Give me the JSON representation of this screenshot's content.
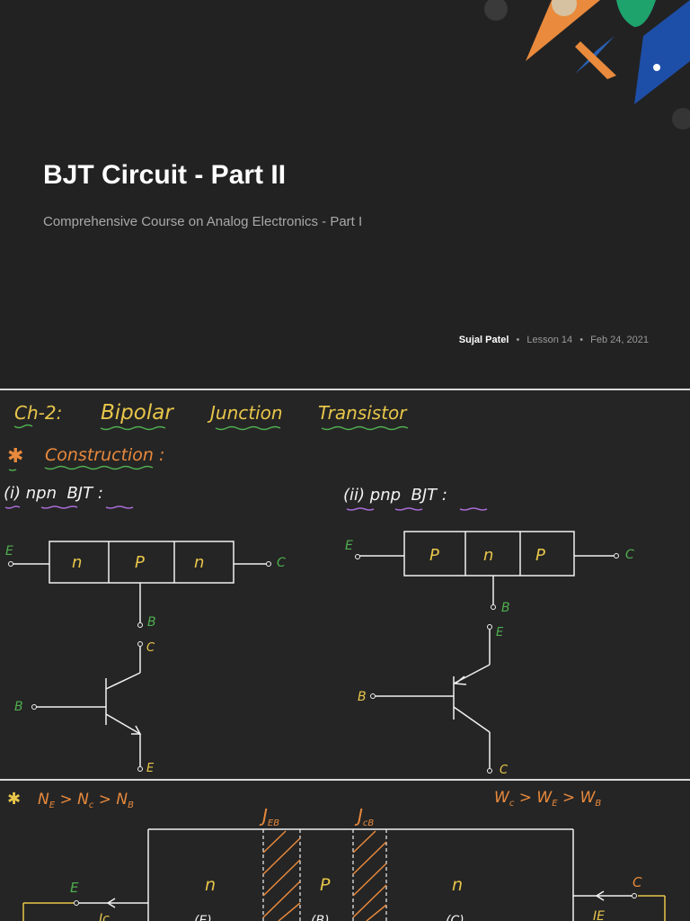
{
  "cover": {
    "title": "BJT Circuit - Part II",
    "subtitle": "Comprehensive Course on Analog Electronics - Part I",
    "author": "Sujal Patel",
    "lesson": "Lesson 14",
    "date": "Feb 24, 2021",
    "separator": "•"
  },
  "notes1": {
    "heading_prefix": "Ch-2:",
    "heading_words": [
      "Bipolar",
      "Junction",
      "Transistor"
    ],
    "construction_star": "✱",
    "construction": "Construction :",
    "npn": {
      "heading": "(i) npn  BJT :",
      "layers": [
        "n",
        "P",
        "n"
      ],
      "terminal_e": "E",
      "terminal_c": "C",
      "terminal_b": "B",
      "symbol_c": "C",
      "symbol_b": "B",
      "symbol_e": "E"
    },
    "pnp": {
      "heading": "(ii) pnp  BJT :",
      "layers": [
        "P",
        "n",
        "P"
      ],
      "terminal_e": "E",
      "terminal_c": "C",
      "terminal_b": "B",
      "symbol_e": "E",
      "symbol_b": "B",
      "symbol_c": "C"
    }
  },
  "notes2": {
    "star": "✱",
    "doping": "N",
    "doping_sub": [
      "E",
      "c",
      "B"
    ],
    "width": "W",
    "width_sub": [
      "c",
      "E",
      "B"
    ],
    "junction_eb": "J",
    "junction_eb_sub": "EB",
    "junction_cb": "J",
    "junction_cb_sub": "cB",
    "regions": [
      "n",
      "P",
      "n"
    ],
    "terminal_e": "E",
    "terminal_c": "C",
    "current_e": "IE",
    "current_c": "Ic",
    "region_marks": [
      "(E)",
      "(B)",
      "(C)"
    ]
  },
  "colors": {
    "yellow": "#e8c64a",
    "orange": "#e8893c",
    "green": "#4fae4f",
    "purple": "#a86bd6",
    "white": "#f2f2f2"
  }
}
